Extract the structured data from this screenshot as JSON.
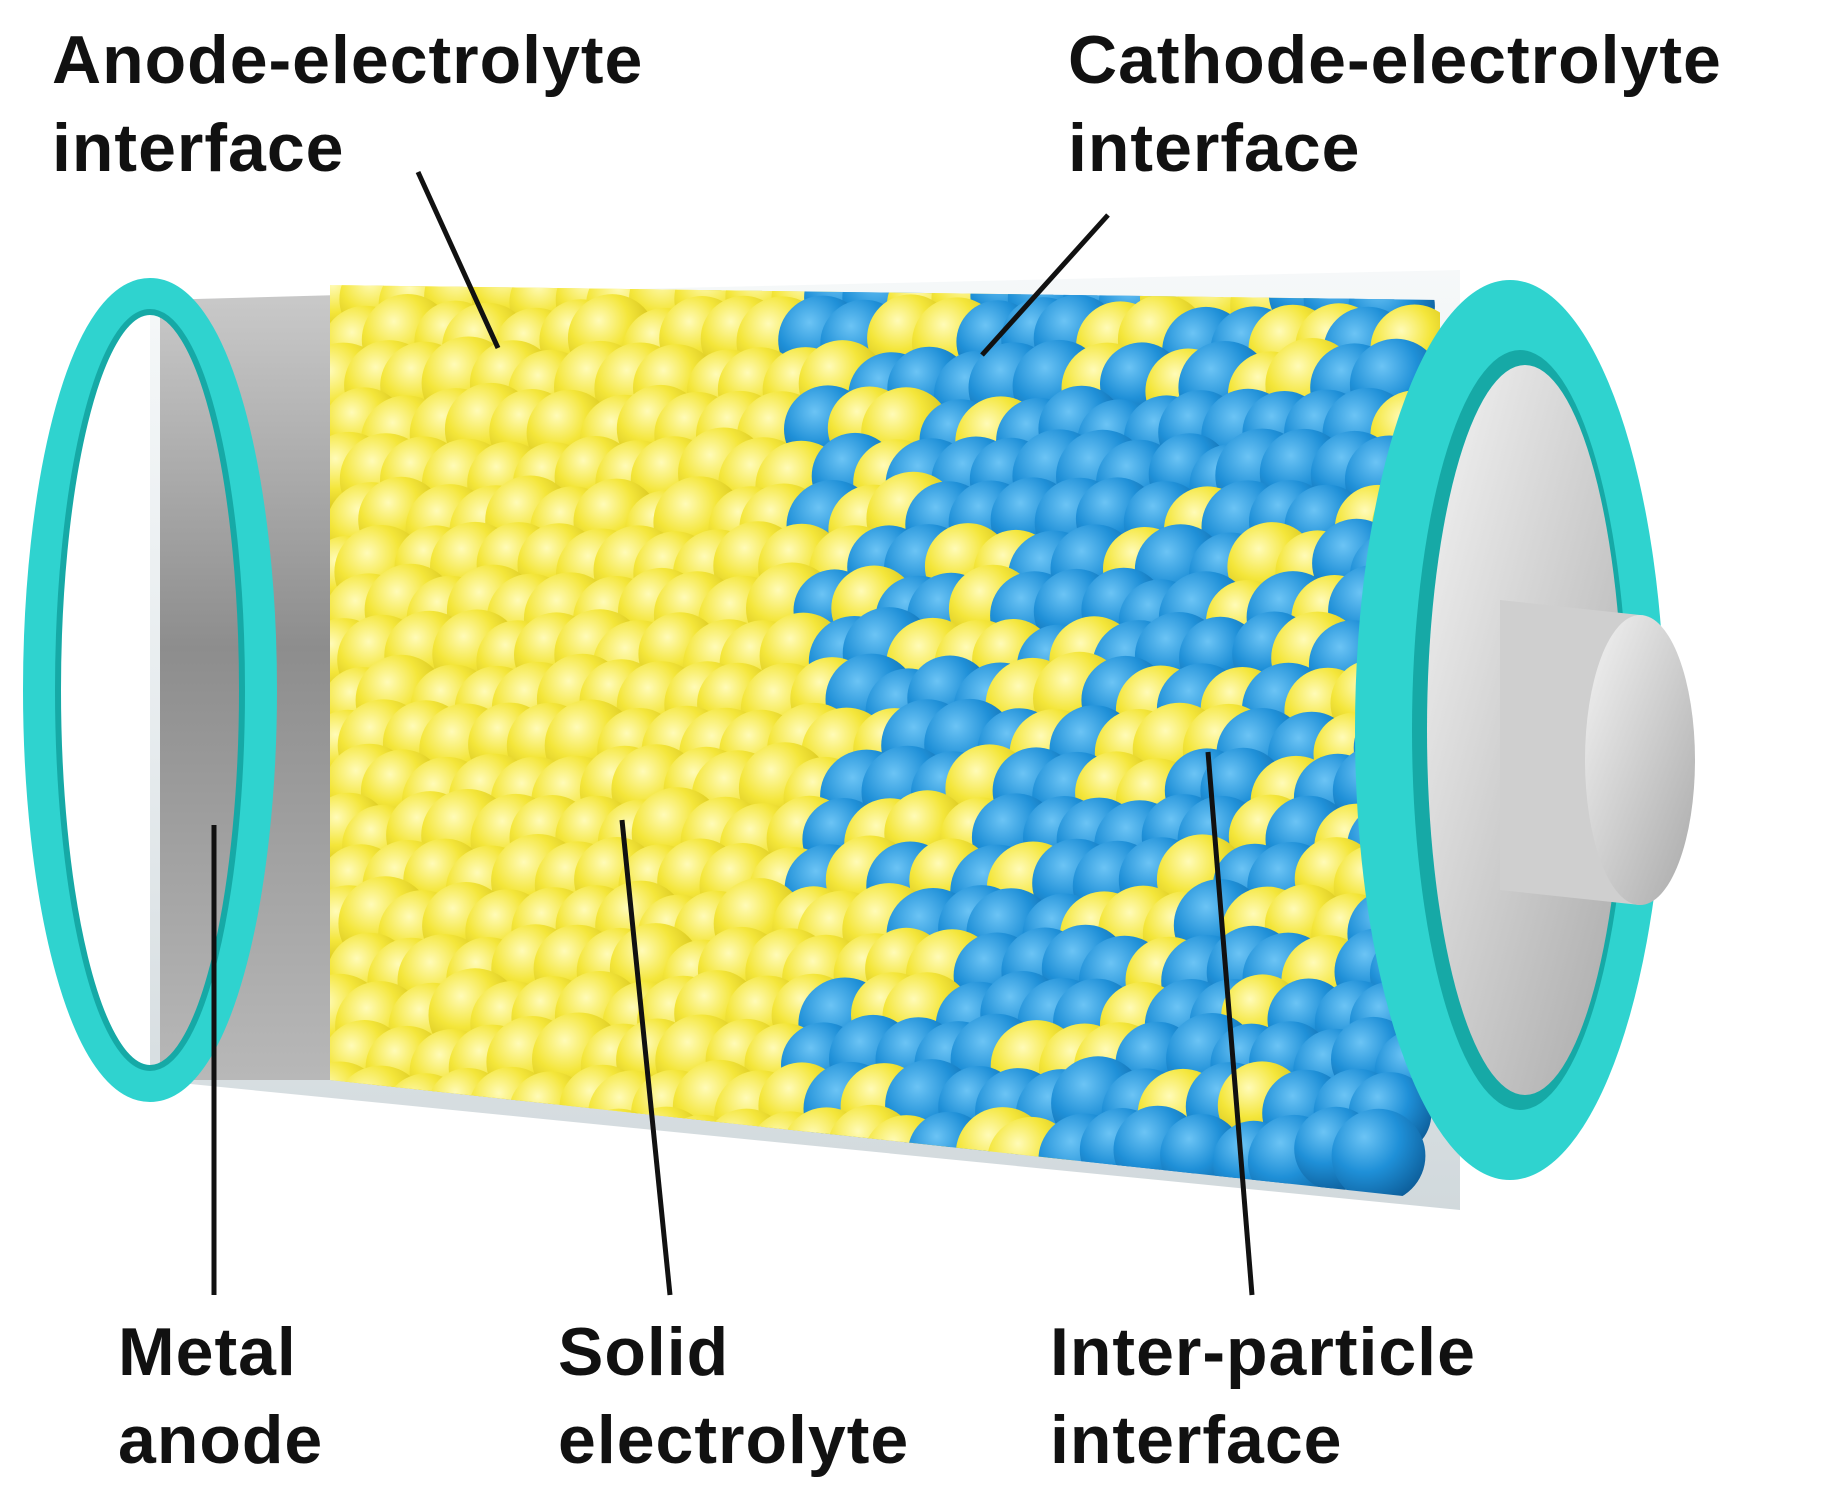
{
  "labels": {
    "anode_electrolyte_interface": {
      "line1": "Anode-electrolyte",
      "line2": "interface"
    },
    "cathode_electrolyte_interface": {
      "line1": "Cathode-electrolyte",
      "line2": "interface"
    },
    "metal_anode": {
      "line1": "Metal",
      "line2": "anode"
    },
    "solid_electrolyte": {
      "line1": "Solid",
      "line2": "electrolyte"
    },
    "inter_particle_interface": {
      "line1": "Inter-particle",
      "line2": "interface"
    }
  },
  "colors": {
    "ring": "#2fd3cf",
    "ring_dark": "#16a9a6",
    "anode_metal": "#9a9a9a",
    "electrolyte_particle": "#f2e431",
    "cathode_particle": "#1e8fd6",
    "glass": "#e6ecef",
    "leader_line": "#111111"
  },
  "icons": [
    "battery-cell-illustration"
  ]
}
